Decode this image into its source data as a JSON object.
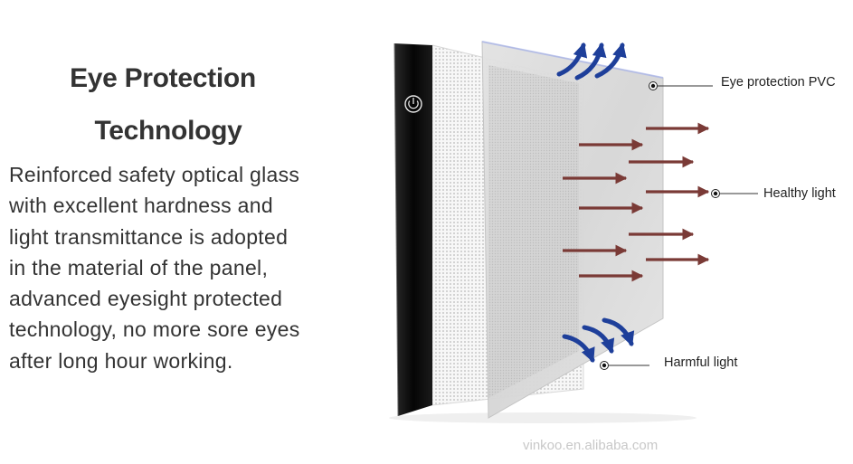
{
  "heading": {
    "line1": "Eye Protection",
    "line2": "Technology"
  },
  "description": [
    "Reinforced safety optical glass",
    "with excellent hardness and",
    "light transmittance is adopted",
    "in the material of the panel,",
    "advanced eyesight protected",
    "technology, no more sore eyes",
    "after long hour working."
  ],
  "callouts": {
    "pvc": "Eye protection PVC",
    "healthy": "Healthy light",
    "harmful": "Harmful light"
  },
  "watermark": "vinkoo.en.alibaba.com",
  "icons": {
    "power": "power-icon"
  },
  "colors": {
    "text": "#333333",
    "healthy_arrow": "#7a3a36",
    "harmful_arrow": "#1e3f9a",
    "panel_frame": "#111111"
  }
}
